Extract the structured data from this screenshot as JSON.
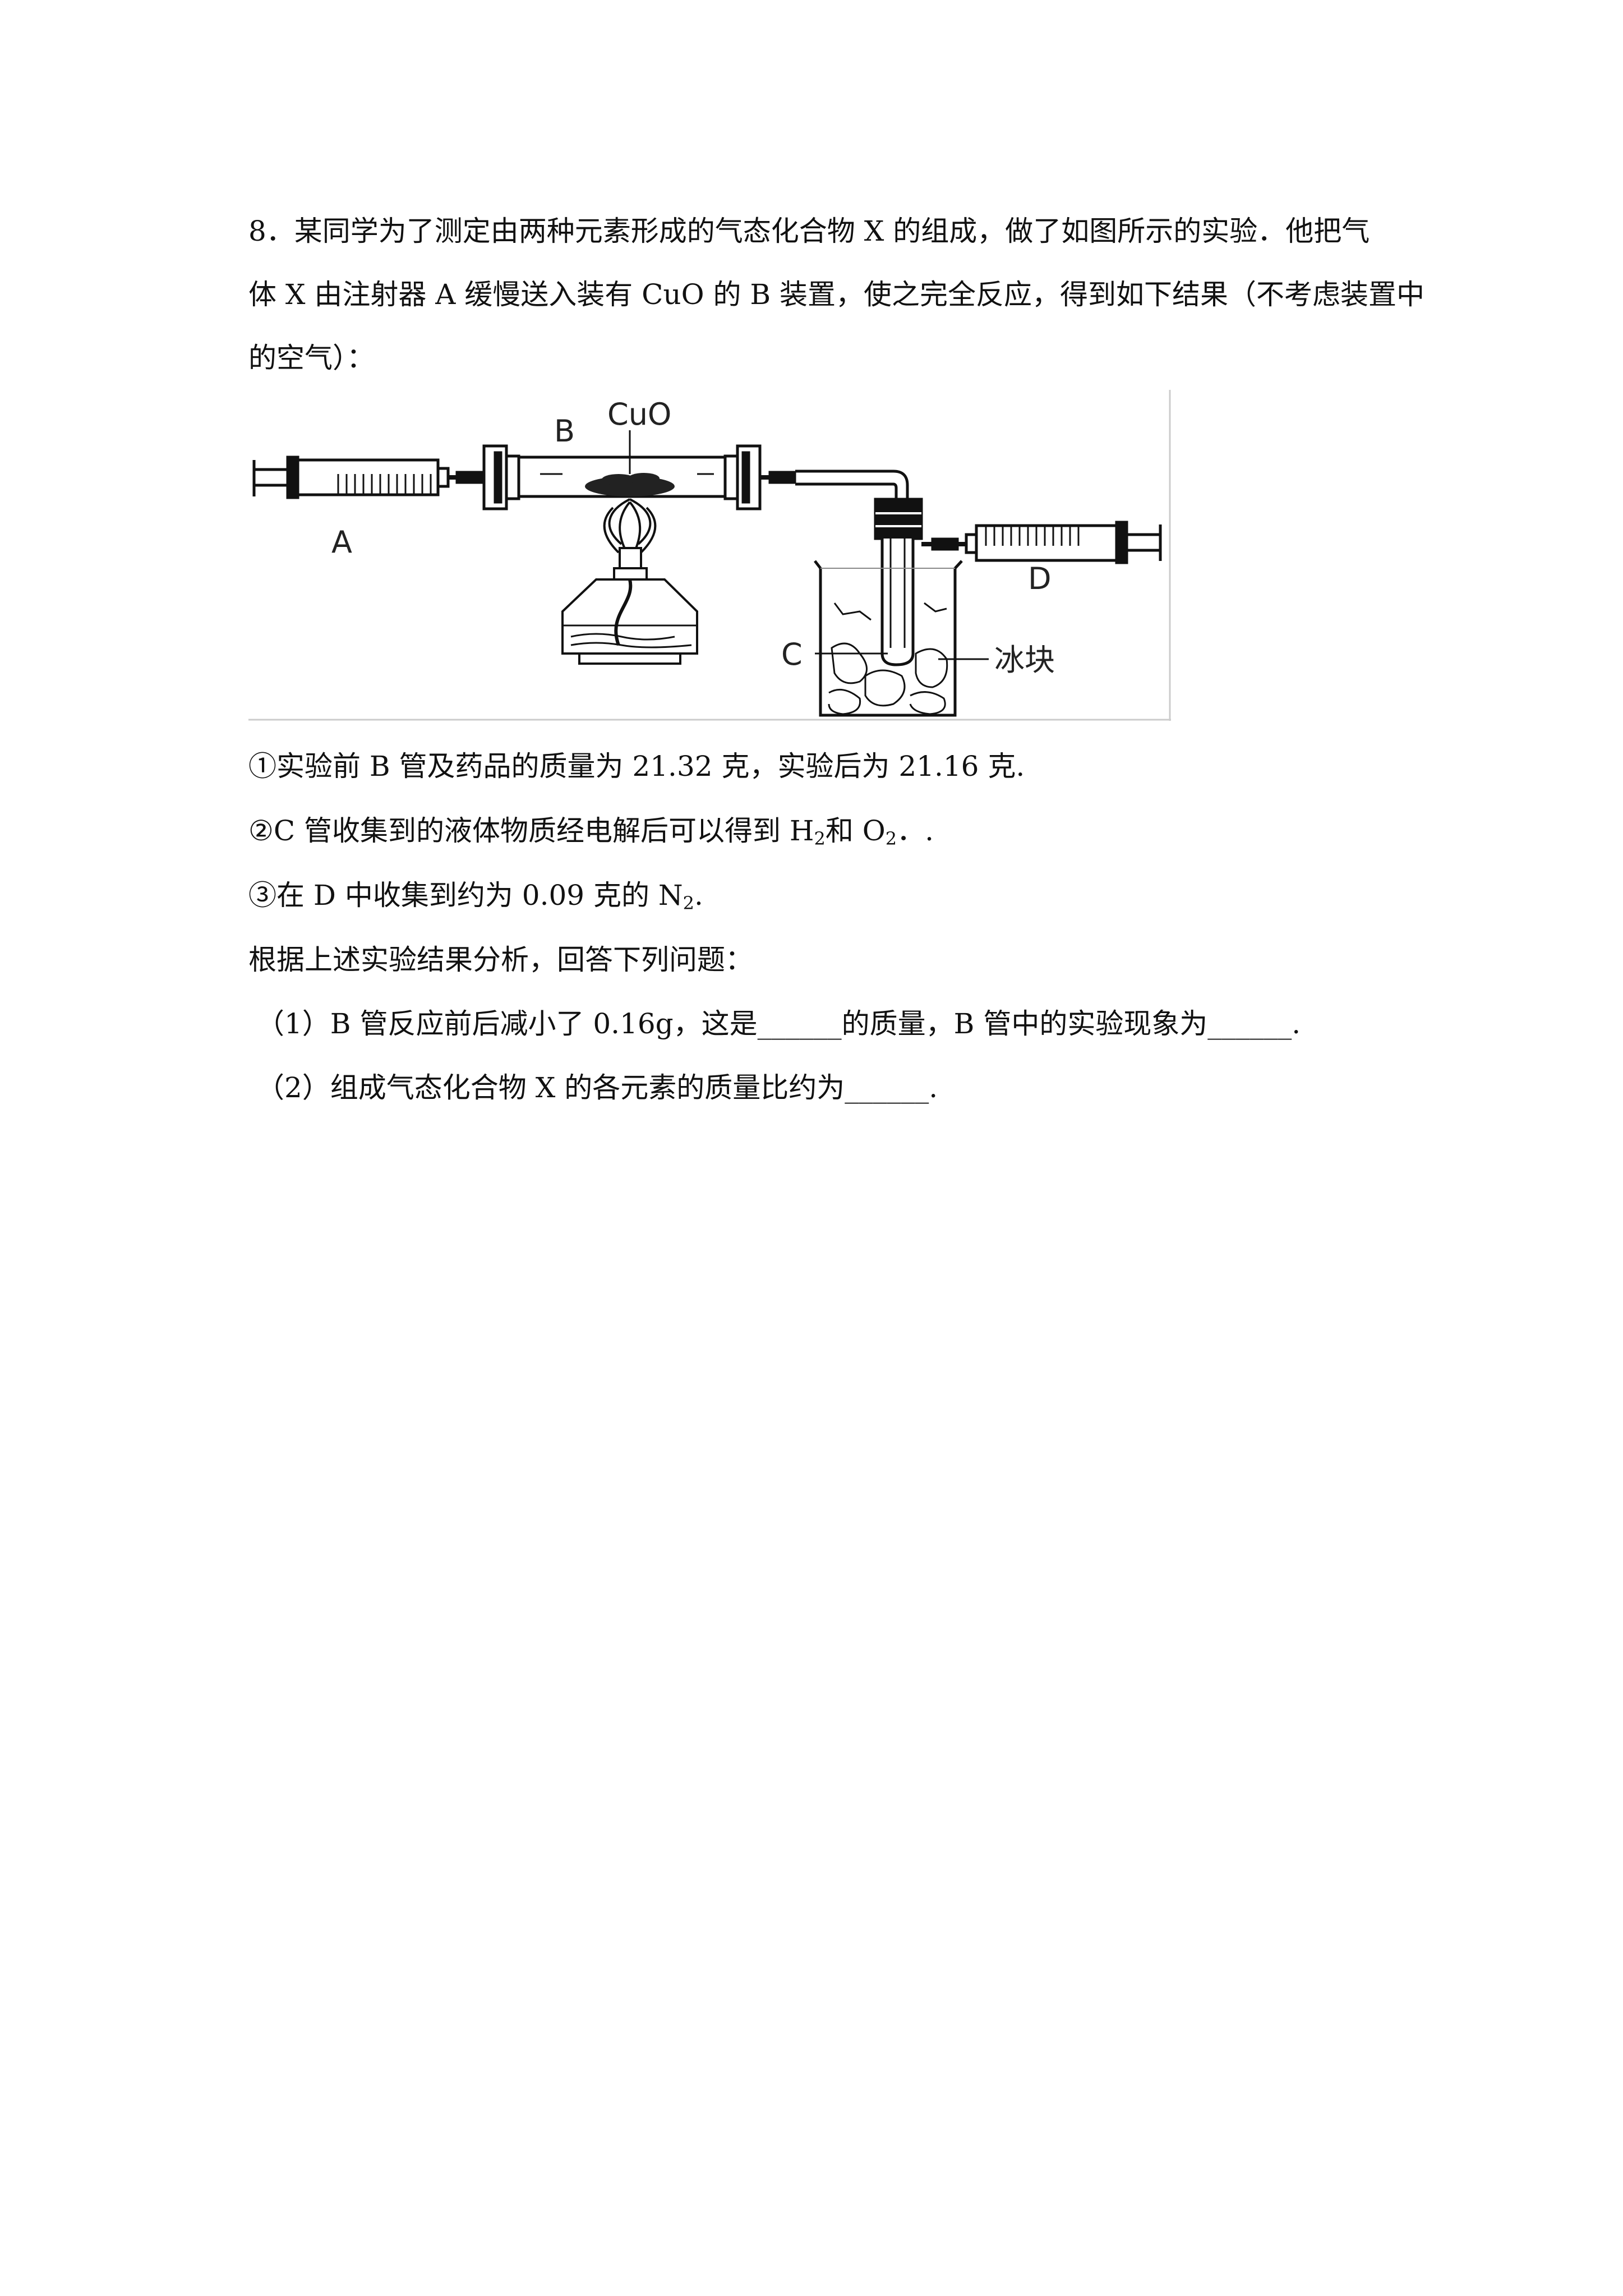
{
  "question": {
    "intro_line1": "8．某同学为了测定由两种元素形成的气态化合物 X 的组成，做了如图所示的实验．他把气",
    "intro_line2": "体 X 由注射器 A 缓慢送入装有 CuO 的 B 装置，使之完全反应，得到如下结果（不考虑装置中",
    "intro_line3": "的空气）："
  },
  "figure": {
    "label_cuo": "CuO",
    "label_b": "B",
    "label_a": "A",
    "label_c": "C",
    "label_d": "D",
    "label_ice": "冰块"
  },
  "results": {
    "r1": "①实验前 B 管及药品的质量为 21.32 克，实验后为 21.16 克.",
    "r2_prefix": "②C 管收集到的液体物质经电解后可以得到 H",
    "r2_sub1": "2",
    "r2_mid": "和 O",
    "r2_sub2": "2",
    "r2_suffix": "．.",
    "r3_prefix": "③在 D 中收集到约为 0.09 克的 N",
    "r3_sub": "2",
    "r3_suffix": "."
  },
  "analysis": {
    "lead": "根据上述实验结果分析，回答下列问题：",
    "q1": "（1）B 管反应前后减小了 0.16g，这是______的质量，B 管中的实验现象为______.",
    "q2": "（2）组成气态化合物 X 的各元素的质量比约为______."
  }
}
